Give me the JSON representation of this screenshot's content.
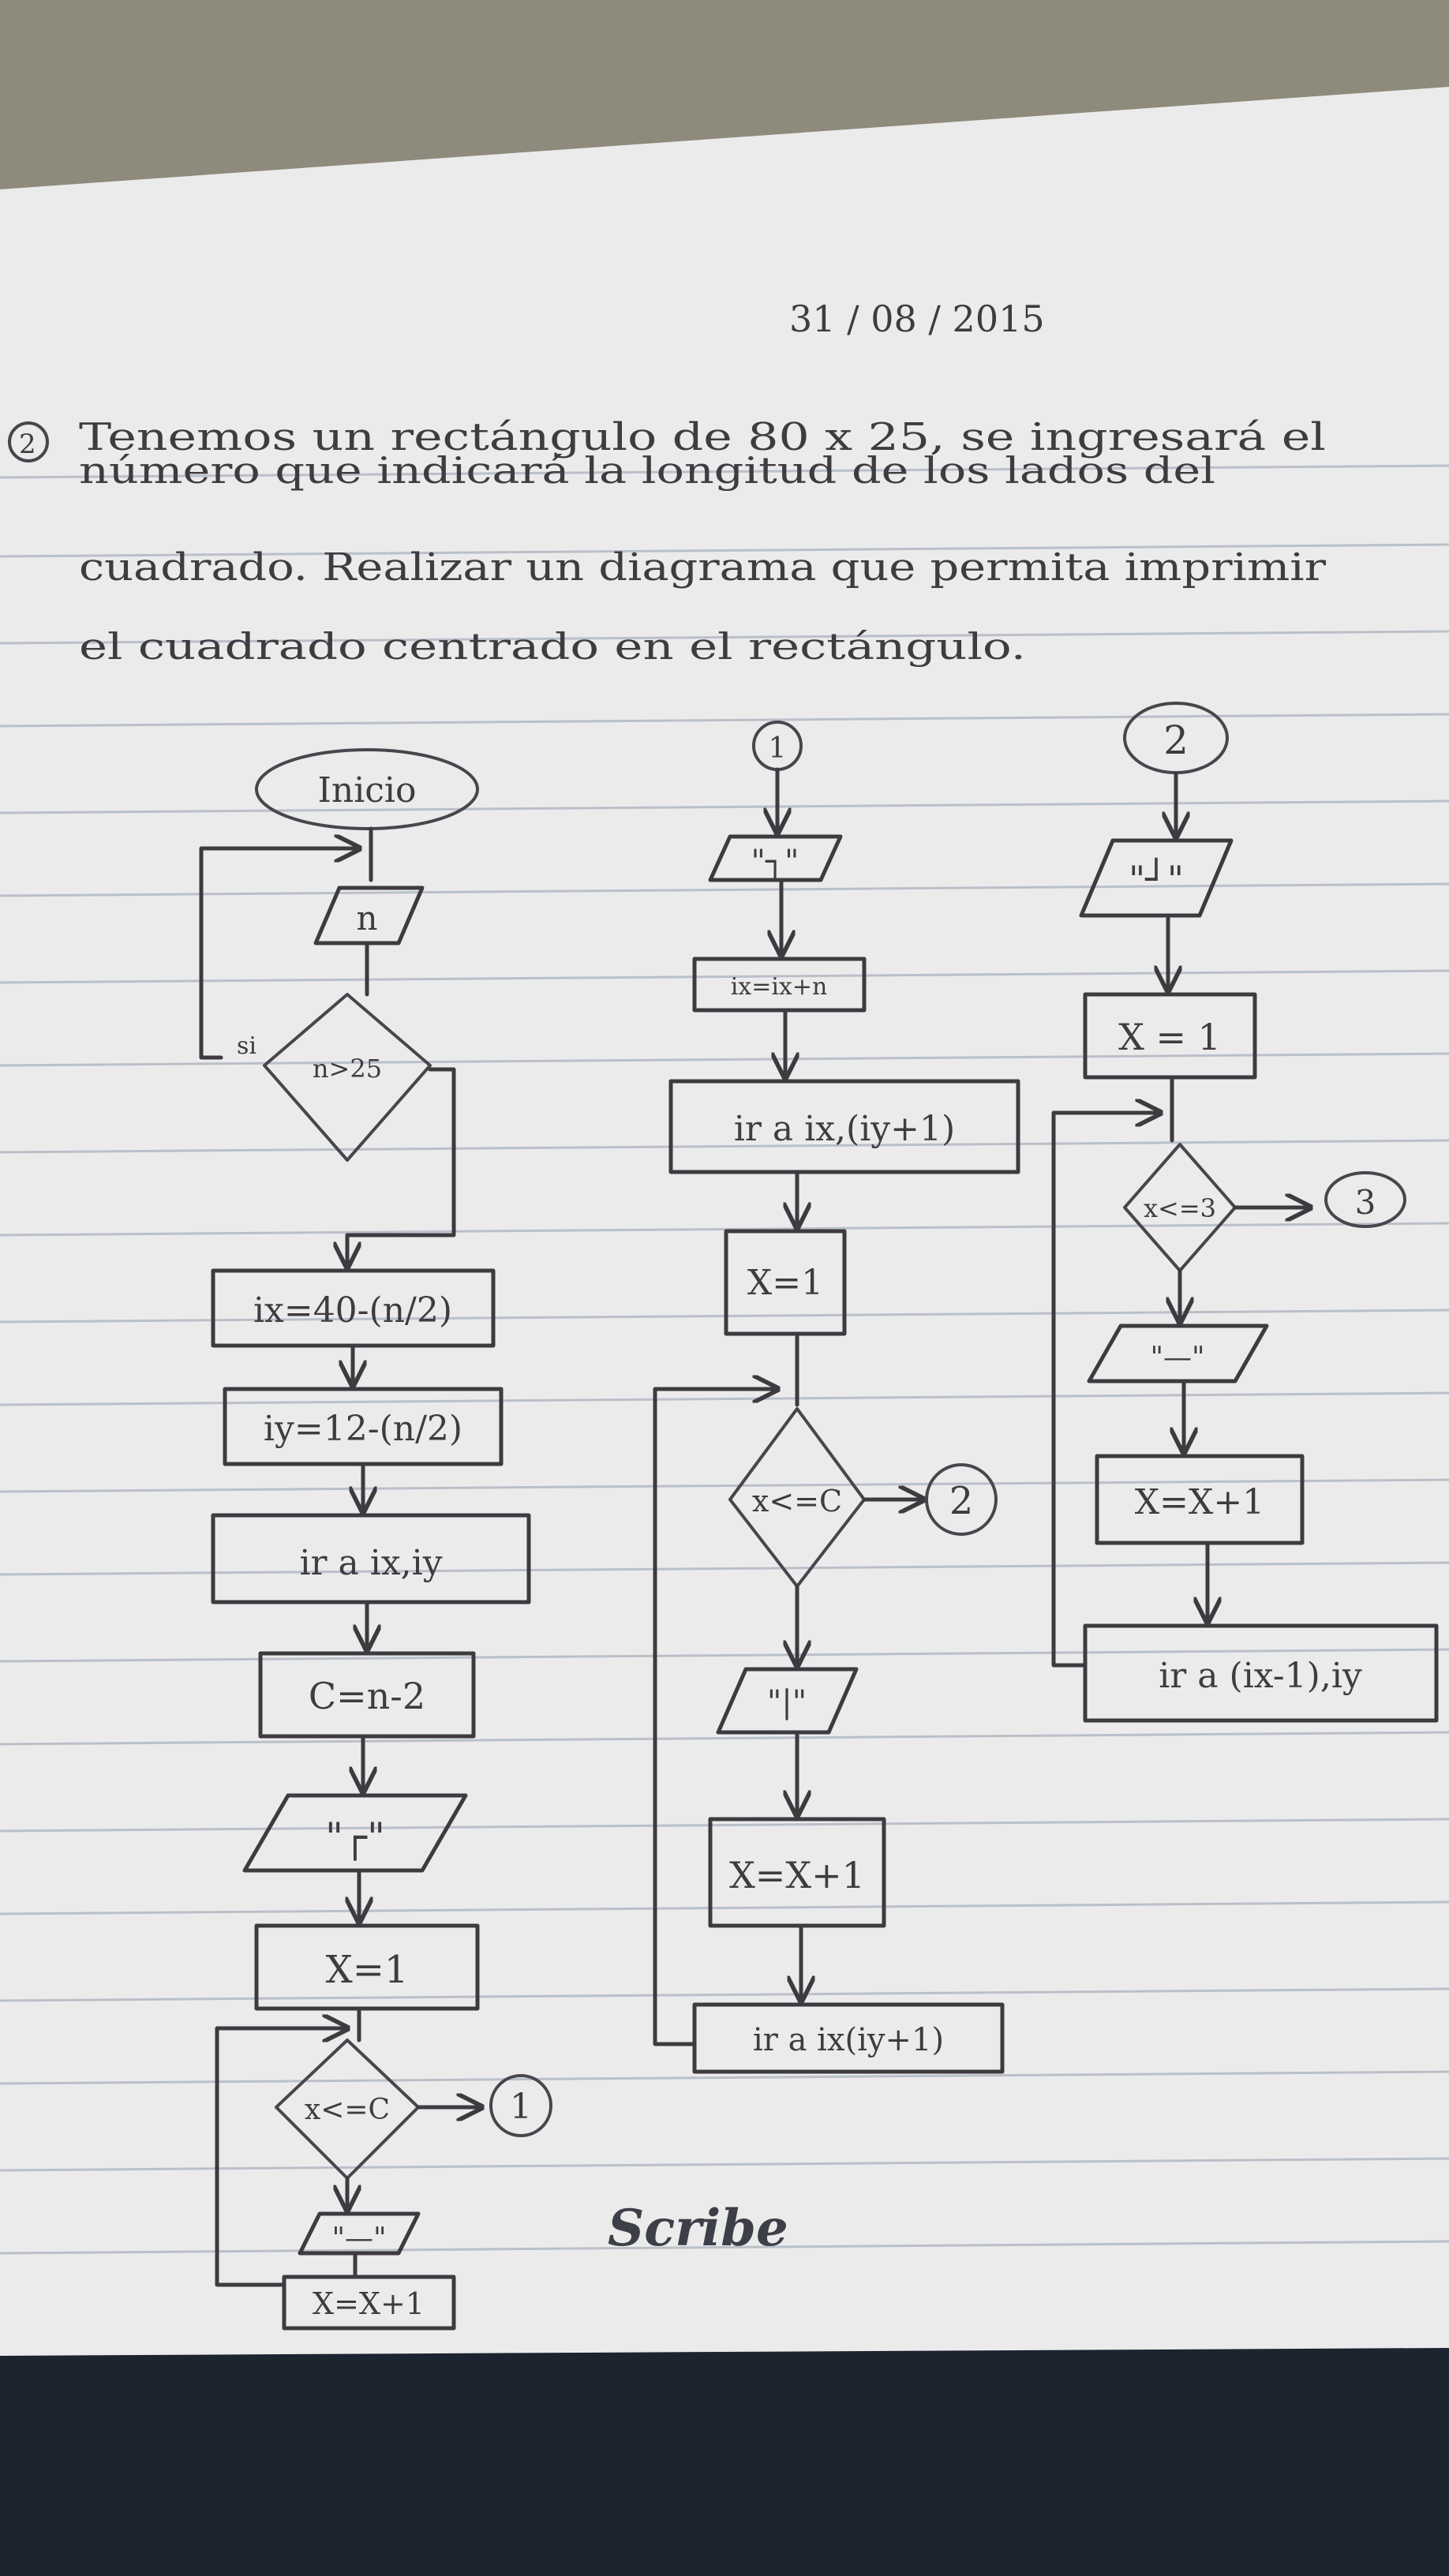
{
  "date": "31 / 08 / 2015",
  "problem": {
    "number": "2",
    "lines": [
      "Tenemos un rectángulo de 80 x 25, se ingresará el",
      "número que indicará la longitud de los lados del",
      "cuadrado. Realizar un diagrama que permita imprimir",
      "el cuadrado centrado en el rectángulo."
    ]
  },
  "flow1": {
    "start": "Inicio",
    "input": "n",
    "decision": "n>25",
    "decision_yes": "si",
    "assign_ix": "ix=40-(n/2)",
    "assign_iy": "iy=12-(n/2)",
    "goto": "ir a ix,iy",
    "assign_c": "C=n-2",
    "print": "\"┌\"",
    "assign_x": "X=1",
    "loop_test": "x<=C",
    "connector": "1",
    "print_dash": "\"—\"",
    "increment": "X=X+1"
  },
  "flow2": {
    "entry": "1",
    "print": "\"┐\"",
    "assign_ix": "ix=ix+n",
    "goto": "ir a ix,(iy+1)",
    "assign_x": "X=1",
    "loop_test": "x<=C",
    "connector": "2",
    "print_bar": "\"|\"",
    "increment": "X=X+1",
    "goto_next": "ir a ix(iy+1)"
  },
  "flow3": {
    "entry": "2",
    "print": "\"┘\"",
    "assign_x": "X = 1",
    "loop_test": "x<=3",
    "connector": "3",
    "print_dash": "\"—\"",
    "increment": "X=X+1",
    "goto": "ir a (ix-1),iy"
  },
  "watermark": "Scribe"
}
